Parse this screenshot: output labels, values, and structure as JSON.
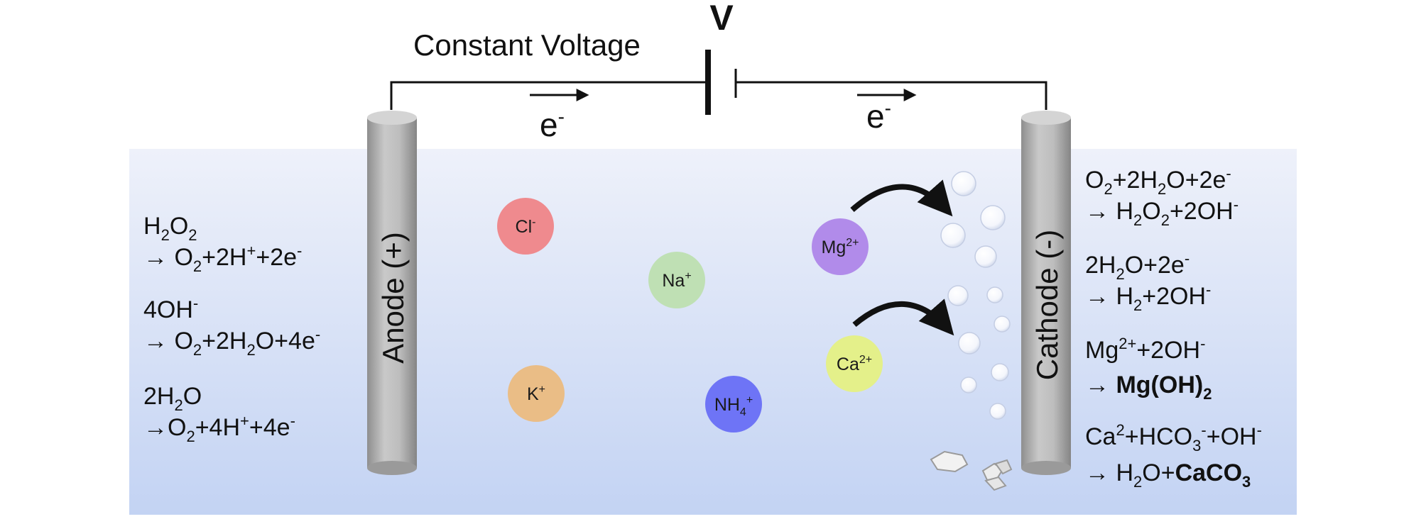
{
  "circuit": {
    "title": "Constant Voltage",
    "voltage_symbol": "V",
    "electron": "e",
    "electron_charge": "-"
  },
  "electrodes": {
    "anode": "Anode (+)",
    "cathode": "Cathode (-)"
  },
  "ions": [
    {
      "base": "Cl",
      "sub": "",
      "sup": "-",
      "color": "#ef8a8e"
    },
    {
      "base": "Na",
      "sub": "",
      "sup": "+",
      "color": "#bfe0b4"
    },
    {
      "base": "K",
      "sub": "",
      "sup": "+",
      "color": "#eabd86"
    },
    {
      "base": "NH",
      "sub": "4",
      "sup": "+",
      "color": "#6e74f6"
    },
    {
      "base": "Mg",
      "sub": "",
      "sup": "2+",
      "color": "#b18bea"
    },
    {
      "base": "Ca",
      "sub": "",
      "sup": "2+",
      "color": "#e4f08a"
    }
  ],
  "anode_reactions": [
    {
      "line1": [
        [
          "H",
          ""
        ],
        [
          "2",
          "sub"
        ],
        [
          "O",
          ""
        ],
        [
          "2",
          "sub"
        ]
      ],
      "line2": [
        [
          "→ O",
          ""
        ],
        [
          "2",
          "sub"
        ],
        [
          "+2H",
          ""
        ],
        [
          "+",
          "sup"
        ],
        [
          "+2e",
          ""
        ],
        [
          "-",
          "sup"
        ]
      ]
    },
    {
      "line1": [
        [
          "4OH",
          ""
        ],
        [
          "-",
          "sup"
        ]
      ],
      "line2": [
        [
          "→ O",
          ""
        ],
        [
          "2",
          "sub"
        ],
        [
          "+2H",
          ""
        ],
        [
          "2",
          "sub"
        ],
        [
          "O+4e",
          ""
        ],
        [
          "-",
          "sup"
        ]
      ]
    },
    {
      "line1": [
        [
          "2H",
          ""
        ],
        [
          "2",
          "sub"
        ],
        [
          "O",
          ""
        ]
      ],
      "line2": [
        [
          "→O",
          ""
        ],
        [
          "2",
          "sub"
        ],
        [
          "+4H",
          ""
        ],
        [
          "+",
          "sup"
        ],
        [
          "+4e",
          ""
        ],
        [
          "-",
          "sup"
        ]
      ]
    }
  ],
  "cathode_reactions": [
    {
      "line1": [
        [
          "O",
          ""
        ],
        [
          "2",
          "sub"
        ],
        [
          "+2H",
          ""
        ],
        [
          "2",
          "sub"
        ],
        [
          "O+2e",
          ""
        ],
        [
          "-",
          "sup"
        ]
      ],
      "line2": [
        [
          "→ H",
          ""
        ],
        [
          "2",
          "sub"
        ],
        [
          "O",
          ""
        ],
        [
          "2",
          "sub"
        ],
        [
          "+2OH",
          ""
        ],
        [
          "-",
          "sup"
        ]
      ]
    },
    {
      "line1": [
        [
          "2H",
          ""
        ],
        [
          "2",
          "sub"
        ],
        [
          "O+2e",
          ""
        ],
        [
          "-",
          "sup"
        ]
      ],
      "line2": [
        [
          "→ H",
          ""
        ],
        [
          "2",
          "sub"
        ],
        [
          "+2OH",
          ""
        ],
        [
          "-",
          "sup"
        ]
      ]
    },
    {
      "line1": [
        [
          "Mg",
          ""
        ],
        [
          "2+",
          "sup"
        ],
        [
          "+2OH",
          ""
        ],
        [
          "-",
          "sup"
        ]
      ],
      "line2": [
        [
          "→ ",
          ""
        ],
        [
          "Mg(OH)",
          "bold"
        ],
        [
          "2",
          "boldsub"
        ]
      ]
    },
    {
      "line1": [
        [
          "Ca",
          ""
        ],
        [
          "2",
          "sup"
        ],
        [
          "+HCO",
          ""
        ],
        [
          "3",
          "sub"
        ],
        [
          "-",
          "sup"
        ],
        [
          "+OH",
          ""
        ],
        [
          "-",
          "sup"
        ]
      ],
      "line2": [
        [
          "→ H",
          ""
        ],
        [
          "2",
          "sub"
        ],
        [
          "O+",
          ""
        ],
        [
          "CaCO",
          "bold"
        ],
        [
          "3",
          "boldsub"
        ]
      ]
    }
  ],
  "colors": {
    "solution_top": "#eef1fa",
    "solution_bottom": "#c3d3f3",
    "electrode": "#b5b5b5",
    "wire": "#111111"
  }
}
